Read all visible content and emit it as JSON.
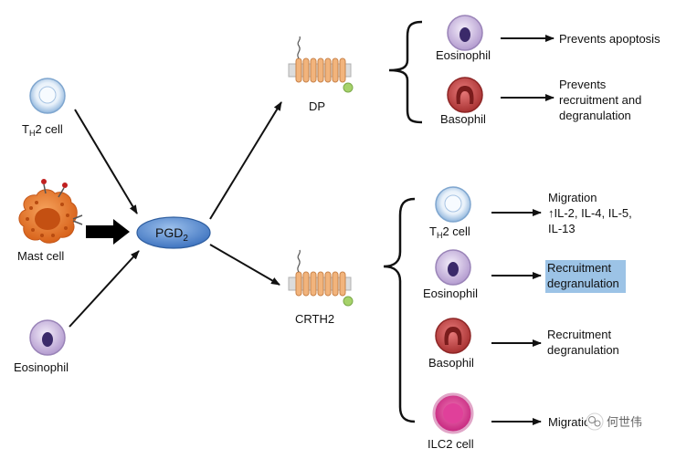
{
  "cells": {
    "th2_left": "T",
    "th2_left_sub": "H",
    "th2_left_rest": "2 cell",
    "mast": "Mast cell",
    "eos_left": "Eosinophil",
    "eos_top": "Eosinophil",
    "baso_top": "Basophil",
    "th2_right": "T",
    "th2_right_sub": "H",
    "th2_right_rest": "2 cell",
    "eos_mid": "Eosinophil",
    "baso_bottom": "Basophil",
    "ilc2": "ILC2 cell"
  },
  "center": {
    "main": "PGD",
    "sub": "2"
  },
  "receptors": {
    "dp": "DP",
    "crth2": "CRTH2"
  },
  "effects": {
    "e1": "Prevents apoptosis",
    "e2_l1": "Prevents",
    "e2_l2": "recruitment and",
    "e2_l3": "degranulation",
    "e3_l1": "Migration",
    "e3_l2": "↑IL-2, IL-4, IL-5,",
    "e3_l3": "IL-13",
    "e4_l1": "Recruitment",
    "e4_l2": "degranulation",
    "e5_l1": "Recruitment",
    "e5_l2": "degranulation",
    "e6": "Migration"
  },
  "watermark": "何世伟",
  "colors": {
    "th2": "#bcd7ee",
    "mast": "#e9782d",
    "eosinophil": "#cbb8de",
    "basophil": "#c84a4a",
    "ilc2": "#d8348f",
    "pgd2": "#5d8ed1",
    "receptor": "#f2b47c",
    "highlight": "#9cc3e6"
  }
}
